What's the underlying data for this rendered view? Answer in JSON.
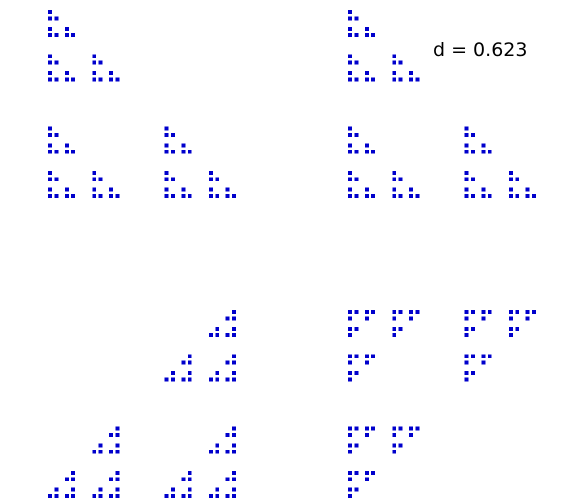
{
  "figure": {
    "annotation": "d = 0.623",
    "marker_color": "#0000cc",
    "background": "#ffffff"
  },
  "fractal": {
    "type": "cantor-dust-scatter",
    "levels": 4,
    "pattern_tl": [
      "#.",
      "##"
    ],
    "pattern_tr": [
      "#.",
      "##"
    ],
    "pattern_bl": [
      ".#",
      "##"
    ],
    "pattern_br": [
      "##",
      "#."
    ]
  }
}
